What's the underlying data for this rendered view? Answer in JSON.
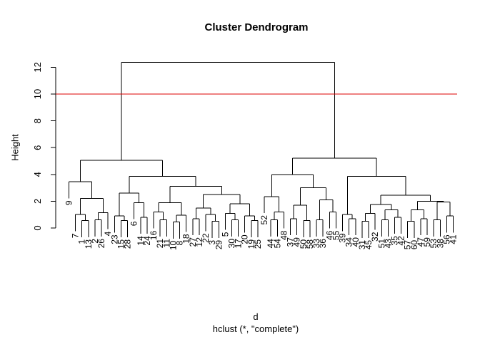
{
  "title": "Cluster Dendrogram",
  "y_axis": {
    "label": "Height",
    "ticks": [
      0,
      2,
      4,
      6,
      8,
      10,
      12
    ]
  },
  "x_axis": {
    "label": "d",
    "caption": "hclust (*, \"complete\")"
  },
  "cut_line": {
    "height": 10,
    "color": "#dd0000"
  },
  "colors": {
    "line": "#000000",
    "text": "#000000",
    "background": "#ffffff"
  },
  "chart_data": {
    "type": "dendrogram",
    "title": "Cluster Dendrogram",
    "xlabel": "d",
    "ylabel": "Height",
    "method_caption": "hclust (*, \"complete\")",
    "cut_line_height": 10,
    "ylim": [
      0,
      12.38
    ],
    "yticks": [
      0,
      2,
      4,
      6,
      8,
      10,
      12
    ],
    "hang": 0.1,
    "root_height": 12.38,
    "n_leaves": 60,
    "leaf_order": [
      "9",
      "7",
      "1",
      "13",
      "2",
      "26",
      "4",
      "23",
      "15",
      "28",
      "6",
      "14",
      "24",
      "16",
      "21",
      "11",
      "10",
      "8",
      "18",
      "27",
      "12",
      "22",
      "3",
      "29",
      "5",
      "30",
      "17",
      "20",
      "19",
      "25",
      "52",
      "44",
      "54",
      "48",
      "37",
      "49",
      "50",
      "58",
      "33",
      "36",
      "46",
      "55",
      "39",
      "34",
      "40",
      "31",
      "45",
      "32",
      "51",
      "43",
      "35",
      "42",
      "57",
      "60",
      "47",
      "59",
      "53",
      "38",
      "56",
      "41"
    ],
    "tree": [
      12.38,
      [
        5.05,
        [
          3.45,
          "9",
          [
            2.2,
            [
              1.0,
              "7",
              [
                0.55,
                "1",
                "13"
              ]
            ],
            [
              1.15,
              [
                0.6,
                "2",
                "26"
              ],
              "4"
            ]
          ]
        ],
        [
          3.85,
          [
            2.6,
            [
              0.9,
              "23",
              [
                0.55,
                "15",
                "28"
              ]
            ],
            [
              1.9,
              "6",
              [
                0.8,
                "14",
                "24"
              ]
            ]
          ],
          [
            3.1,
            [
              1.9,
              [
                1.2,
                "16",
                [
                  0.6,
                  "21",
                  "11"
                ]
              ],
              [
                0.95,
                [
                  0.45,
                  "10",
                  "8"
                ],
                "18"
              ]
            ],
            [
              2.5,
              [
                1.5,
                [
                  0.7,
                  "27",
                  "12"
                ],
                [
                  1.0,
                  "22",
                  [
                    0.5,
                    "3",
                    "29"
                  ]
                ]
              ],
              [
                1.8,
                [
                  1.1,
                  "5",
                  [
                    0.6,
                    "30",
                    "17"
                  ]
                ],
                [
                  0.9,
                  "20",
                  [
                    0.55,
                    "19",
                    "25"
                  ]
                ]
              ]
            ]
          ]
        ]
      ],
      [
        5.2,
        [
          4.0,
          [
            2.35,
            "52",
            [
              1.2,
              [
                0.6,
                "44",
                "54"
              ],
              "48"
            ]
          ],
          [
            3.0,
            [
              1.7,
              [
                0.7,
                "37",
                "49"
              ],
              [
                0.55,
                "50",
                "58"
              ]
            ],
            [
              2.1,
              [
                0.6,
                "33",
                "36"
              ],
              [
                1.2,
                "46",
                "55"
              ]
            ]
          ]
        ],
        [
          3.85,
          [
            1.0,
            "39",
            [
              0.7,
              "34",
              "40"
            ]
          ],
          [
            2.45,
            [
              1.75,
              [
                1.1,
                [
                  0.5,
                  "31",
                  "45"
                ],
                "32"
              ],
              [
                1.35,
                [
                  0.6,
                  "51",
                  "43"
                ],
                [
                  0.8,
                  "35",
                  "42"
                ]
              ]
            ],
            [
              2.0,
              [
                1.35,
                [
                  0.5,
                  "57",
                  "60"
                ],
                [
                  0.7,
                  "47",
                  "59"
                ]
              ],
              [
                1.95,
                [
                  0.6,
                  "53",
                  "38"
                ],
                [
                  0.9,
                  "56",
                  "41"
                ]
              ]
            ]
          ]
        ]
      ]
    ]
  }
}
